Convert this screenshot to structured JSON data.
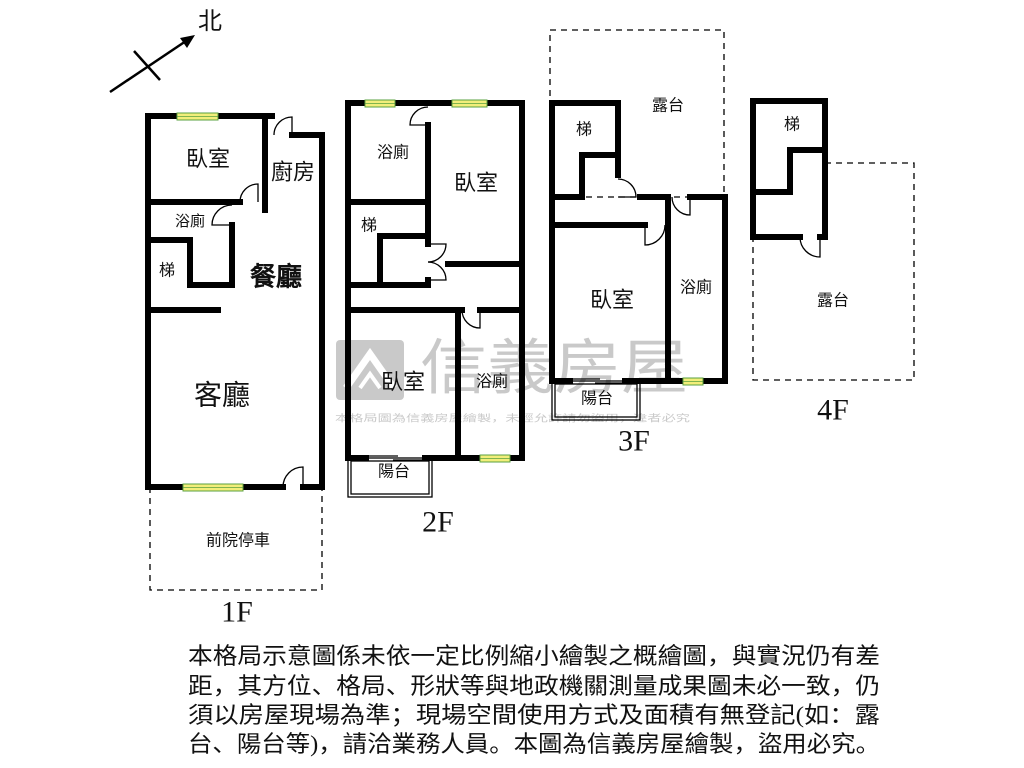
{
  "compass": {
    "north_label": "北"
  },
  "floors": [
    {
      "label": "1F",
      "rooms": {
        "bedroom": "臥室",
        "kitchen": "廚房",
        "bathroom": "浴廁",
        "stairs": "梯",
        "dining_room": "餐廳",
        "living_room": "客廳",
        "front_yard_parking": "前院停車"
      }
    },
    {
      "label": "2F",
      "rooms": {
        "bathroom_upper": "浴廁",
        "bedroom_upper": "臥室",
        "stairs": "梯",
        "bedroom_lower": "臥室",
        "bathroom_lower": "浴廁",
        "balcony": "陽台"
      }
    },
    {
      "label": "3F",
      "rooms": {
        "stairs": "梯",
        "terrace": "露台",
        "bedroom": "臥室",
        "bathroom": "浴廁",
        "balcony": "陽台"
      }
    },
    {
      "label": "4F",
      "rooms": {
        "stairs": "梯",
        "terrace": "露台"
      }
    }
  ],
  "watermark": {
    "brand": "信義房屋",
    "notice": "本格局圖為信義房屋繪製，未經允許請勿盜用，違者必究"
  },
  "disclaimer": {
    "lines": [
      "本格局示意圖係未依一定比例縮小繪製之概繪圖，與實況仍有差",
      "距，其方位、格局、形狀等與地政機關測量成果圖未必一致，仍",
      "須以房屋現場為準；現場空間使用方式及面積有無登記(如：露",
      "台、陽台等)，請洽業務人員。本圖為信義房屋繪製，盜用必究。"
    ]
  },
  "colors": {
    "wall": "#000000",
    "window": "#f2ee7a",
    "window_frame": "#5aa040",
    "watermark": "#bcbcbc",
    "background": "#ffffff"
  }
}
